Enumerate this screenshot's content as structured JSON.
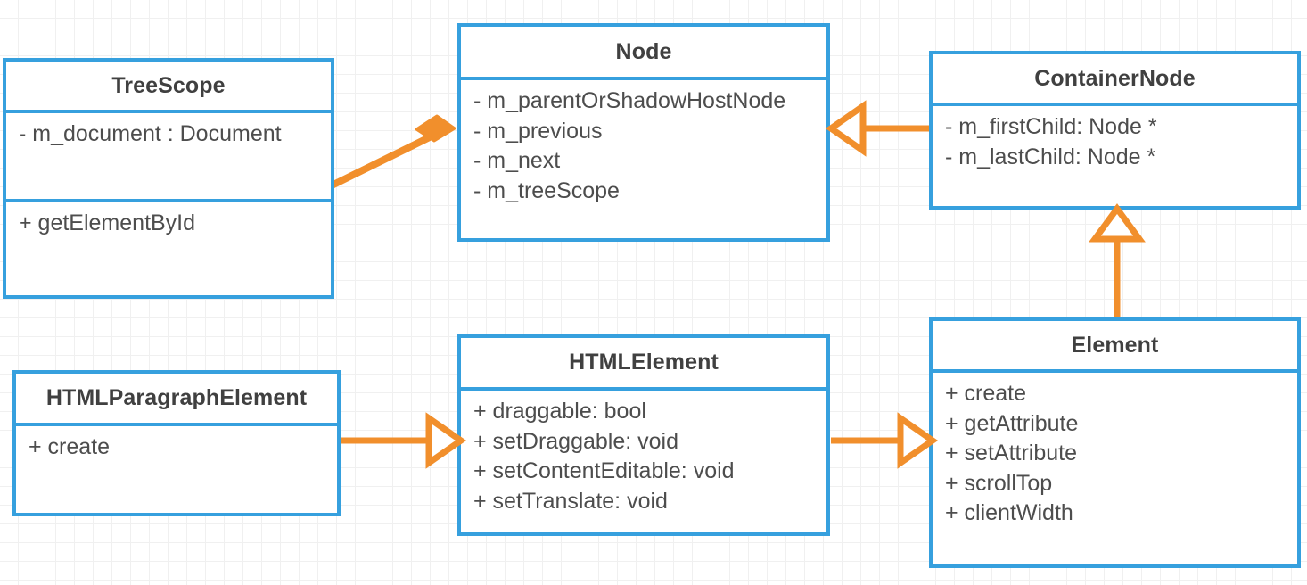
{
  "diagram": {
    "type": "uml-class-diagram",
    "notation": "UML",
    "accent_border_color": "#36a0de",
    "connector_color": "#f18f2c",
    "background_color": "#ffffff",
    "grid_color": "#f0f0f0",
    "text_color": "#4d4d4d",
    "title_color": "#404040"
  },
  "classes": {
    "tree_scope": {
      "name": "TreeScope",
      "attributes": [
        "- m_document : Document"
      ],
      "methods": [
        "+ getElementById"
      ]
    },
    "node": {
      "name": "Node",
      "attributes": [
        "- m_parentOrShadowHostNode",
        "- m_previous",
        "- m_next",
        "- m_treeScope"
      ],
      "methods": []
    },
    "container_node": {
      "name": "ContainerNode",
      "attributes": [
        "- m_firstChild: Node *",
        "- m_lastChild: Node *"
      ],
      "methods": []
    },
    "element": {
      "name": "Element",
      "attributes": [
        "+ create",
        "+ getAttribute",
        "+ setAttribute",
        "+ scrollTop",
        "+ clientWidth"
      ],
      "methods": []
    },
    "html_element": {
      "name": "HTMLElement",
      "attributes": [
        "+ draggable: bool",
        "+ setDraggable: void",
        "+ setContentEditable: void",
        "+ setTranslate: void"
      ],
      "methods": []
    },
    "html_paragraph_element": {
      "name": "HTMLParagraphElement",
      "attributes": [
        "+ create"
      ],
      "methods": []
    }
  },
  "relationships": [
    {
      "id": "treescope-node",
      "kind": "composition",
      "marker": "filled-diamond",
      "from": "TreeScope",
      "to": "Node",
      "label": ""
    },
    {
      "id": "containernode-node",
      "kind": "generalization",
      "marker": "hollow-triangle",
      "from": "ContainerNode",
      "to": "Node",
      "label": ""
    },
    {
      "id": "element-containernode",
      "kind": "generalization",
      "marker": "hollow-triangle",
      "from": "Element",
      "to": "ContainerNode",
      "label": ""
    },
    {
      "id": "htmlelement-element",
      "kind": "generalization",
      "marker": "hollow-triangle",
      "from": "HTMLElement",
      "to": "Element",
      "label": ""
    },
    {
      "id": "htmlparagraphelement-htmlelement",
      "kind": "generalization",
      "marker": "hollow-triangle",
      "from": "HTMLParagraphElement",
      "to": "HTMLElement",
      "label": ""
    }
  ]
}
